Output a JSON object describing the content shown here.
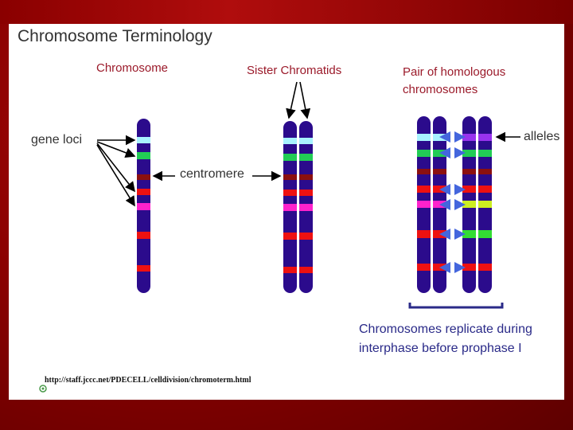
{
  "title": "Chromosome Terminology",
  "labels": {
    "chromosome": "Chromosome",
    "sister_chromatids": "Sister Chromatids",
    "homologous_line1": "Pair of homologous",
    "homologous_line2": "chromosomes",
    "gene_loci": "gene loci",
    "centromere": "centromere",
    "alleles": "alleles",
    "replicate_line1": "Chromosomes replicate during",
    "replicate_line2": "interphase before prophase I"
  },
  "source_url": "http://staff.jccc.net/PDECELL/celldivision/chromoterm.html",
  "colors": {
    "chromosome_body": "#2b0b8c",
    "light_blue_band": "#a8f2ff",
    "green_band": "#22cc55",
    "dark_red_band": "#8b1010",
    "red_band": "#ee1111",
    "magenta_band": "#ff22cc",
    "purple_band": "#9933ee",
    "yellow_green_band": "#ccee22",
    "bright_green_band": "#33dd33",
    "arrow_blue": "#4466dd",
    "label_red": "#9b1a2a",
    "label_blue": "#2a2a88"
  }
}
